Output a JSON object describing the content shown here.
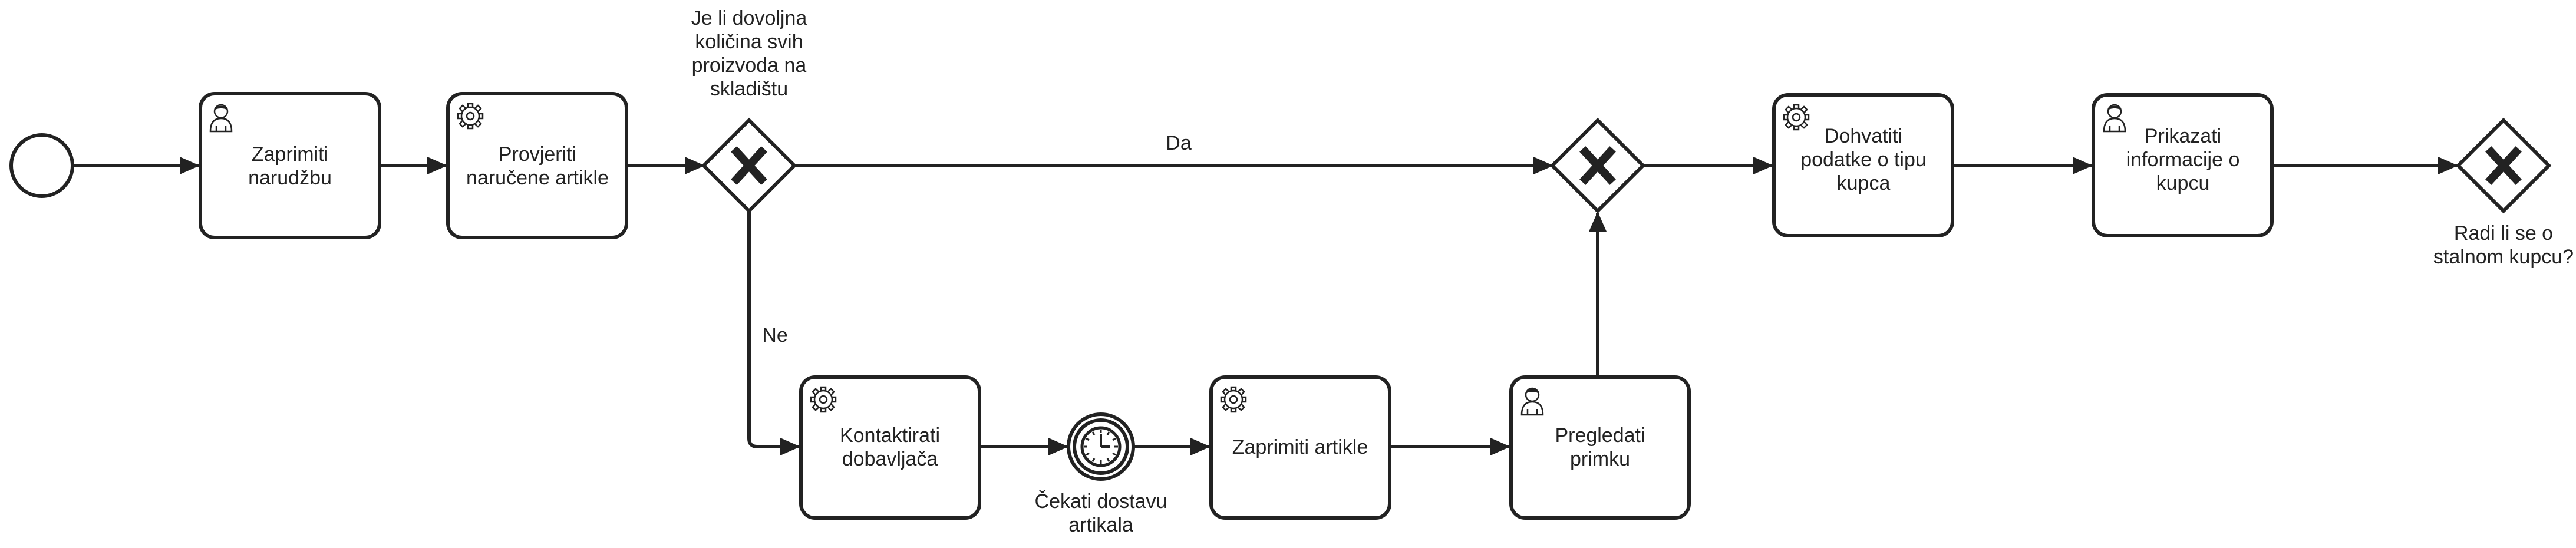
{
  "tasks": {
    "zaprimiti_narudzbu": {
      "type": "user",
      "line1": "Zaprimiti",
      "line2": "narudžbu"
    },
    "provjeriti_artikle": {
      "type": "service",
      "line1": "Provjeriti",
      "line2": "naručene artikle"
    },
    "kontaktirati_dobavljaca": {
      "type": "service",
      "line1": "Kontaktirati",
      "line2": "dobavljača"
    },
    "zaprimiti_artikle": {
      "type": "service",
      "line1": "Zaprimiti artikle"
    },
    "pregledati_primku": {
      "type": "user",
      "line1": "Pregledati",
      "line2": "primku"
    },
    "dohvatiti_podatke": {
      "type": "service",
      "line1": "Dohvatiti",
      "line2": "podatke o tipu",
      "line3": "kupca"
    },
    "prikazati_informacije": {
      "type": "user",
      "line1": "Prikazati",
      "line2": "informacije o",
      "line3": "kupcu"
    }
  },
  "gateways": {
    "kolicina": {
      "line1": "Je li dovoljna",
      "line2": "količina svih",
      "line3": "proizvoda na",
      "line4": "skladištu"
    },
    "merge": {},
    "stalni_kupac": {
      "line1": "Radi li se o",
      "line2": "stalnom kupcu?"
    }
  },
  "events": {
    "start": {},
    "timer": {
      "line1": "Čekati dostavu",
      "line2": "artikala"
    }
  },
  "flow_labels": {
    "da": "Da",
    "ne": "Ne"
  },
  "icons": {
    "user_task": "user-icon",
    "service_task": "gear-icon",
    "timer": "clock-icon"
  },
  "colors": {
    "stroke": "#222222",
    "fill": "#ffffff"
  }
}
